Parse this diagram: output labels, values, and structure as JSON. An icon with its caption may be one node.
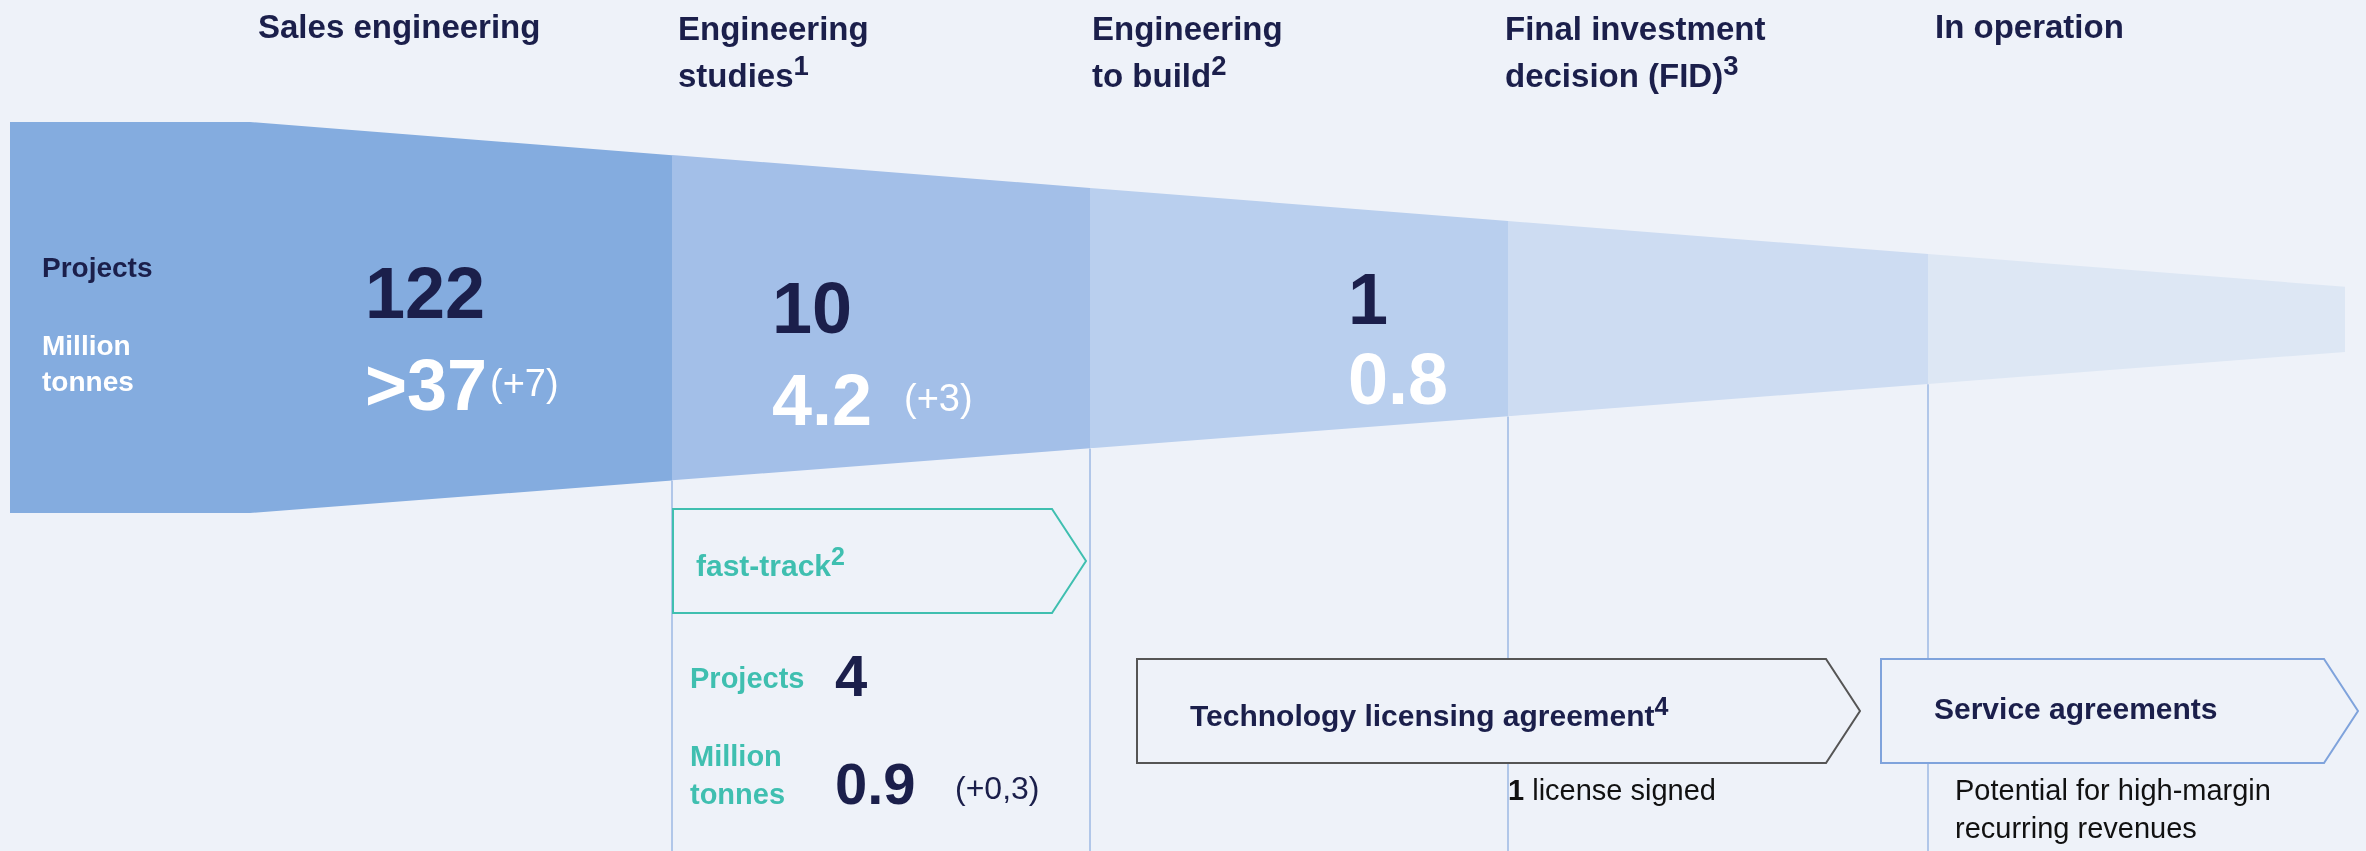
{
  "diagram": {
    "nodes": [
      {
        "text": [
          "122",
          ">37",
          "(+7)"
        ]
      },
      {
        "text": [
          "10",
          "4.2",
          "(+3)"
        ]
      },
      {
        "text": [
          "1",
          "0.8"
        ]
      },
      {
        "text": [],
        "shape": "box"
      },
      {
        "text": [],
        "shape": "box"
      },
      {
        "text": [
          "fast-track$^{2}$"
        ]
      },
      {
        "text": [
          "Technology licensing agreement$^{4}$"
        ],
        "beside": [
          "**1** license signed"
        ]
      },
      {
        "text": [
          "Service agreements"
        ],
        "beside": [
          "Potential for high-margin recurring revenues"
        ]
      }
    ],
    "labels": [
      "Sales engineering",
      "Engineering studies$^{1}$",
      "Engineering to build$^{2}$",
      "Final investment decision (FID)$^{3}$",
      "In operation",
      "Projects",
      "Million tonnes",
      "Projects",
      "4",
      "Million tonnes",
      "0.9",
      "(+0,3)"
    ]
  }
}
